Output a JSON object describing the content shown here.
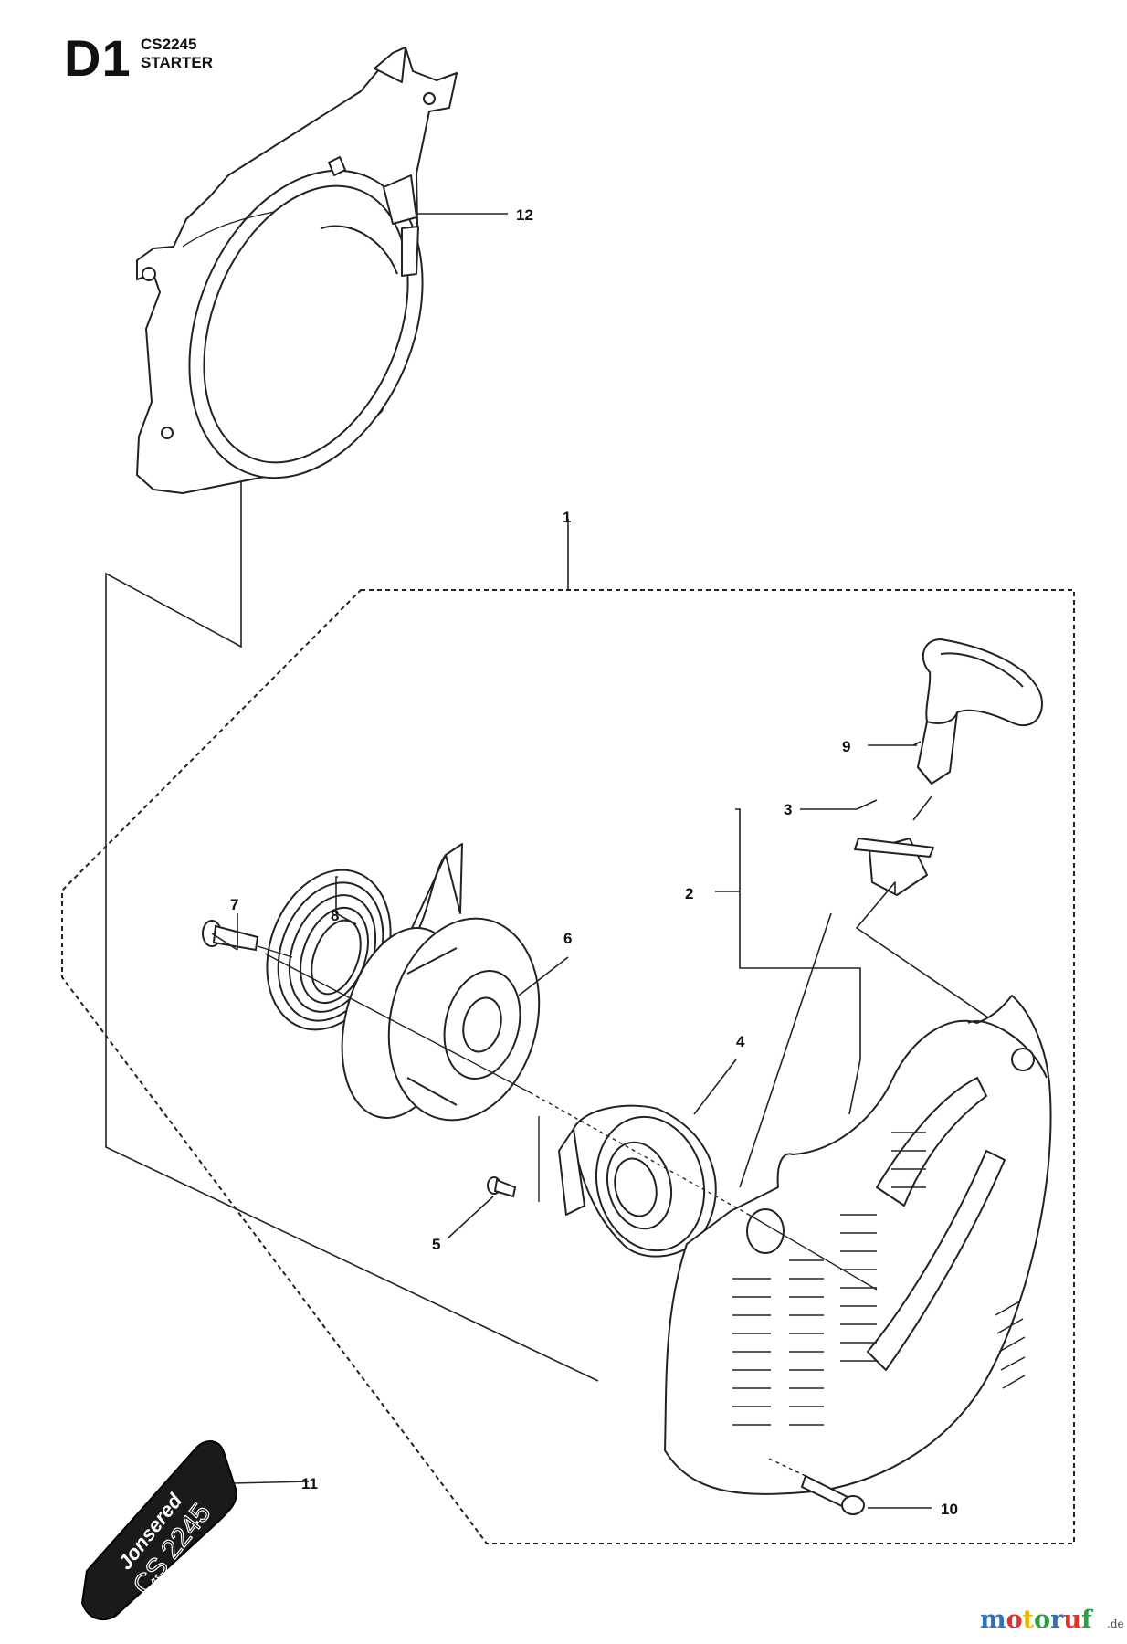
{
  "header": {
    "section_code": "D1",
    "model": "CS2245",
    "title": "STARTER"
  },
  "callouts": [
    "1",
    "2",
    "3",
    "4",
    "5",
    "6",
    "7",
    "8",
    "9",
    "10",
    "11",
    "12"
  ],
  "decal": {
    "brand": "Jonsered",
    "model": "CS 2245"
  },
  "watermark": {
    "letters": [
      "m",
      "o",
      "t",
      "o",
      "r",
      "u",
      "f"
    ],
    "colors": [
      "#2f6fbf",
      "#e0322a",
      "#f2b705",
      "#2e9e45",
      "#2f6fbf",
      "#e0322a",
      "#2e9e45"
    ],
    "tld": ".de"
  }
}
